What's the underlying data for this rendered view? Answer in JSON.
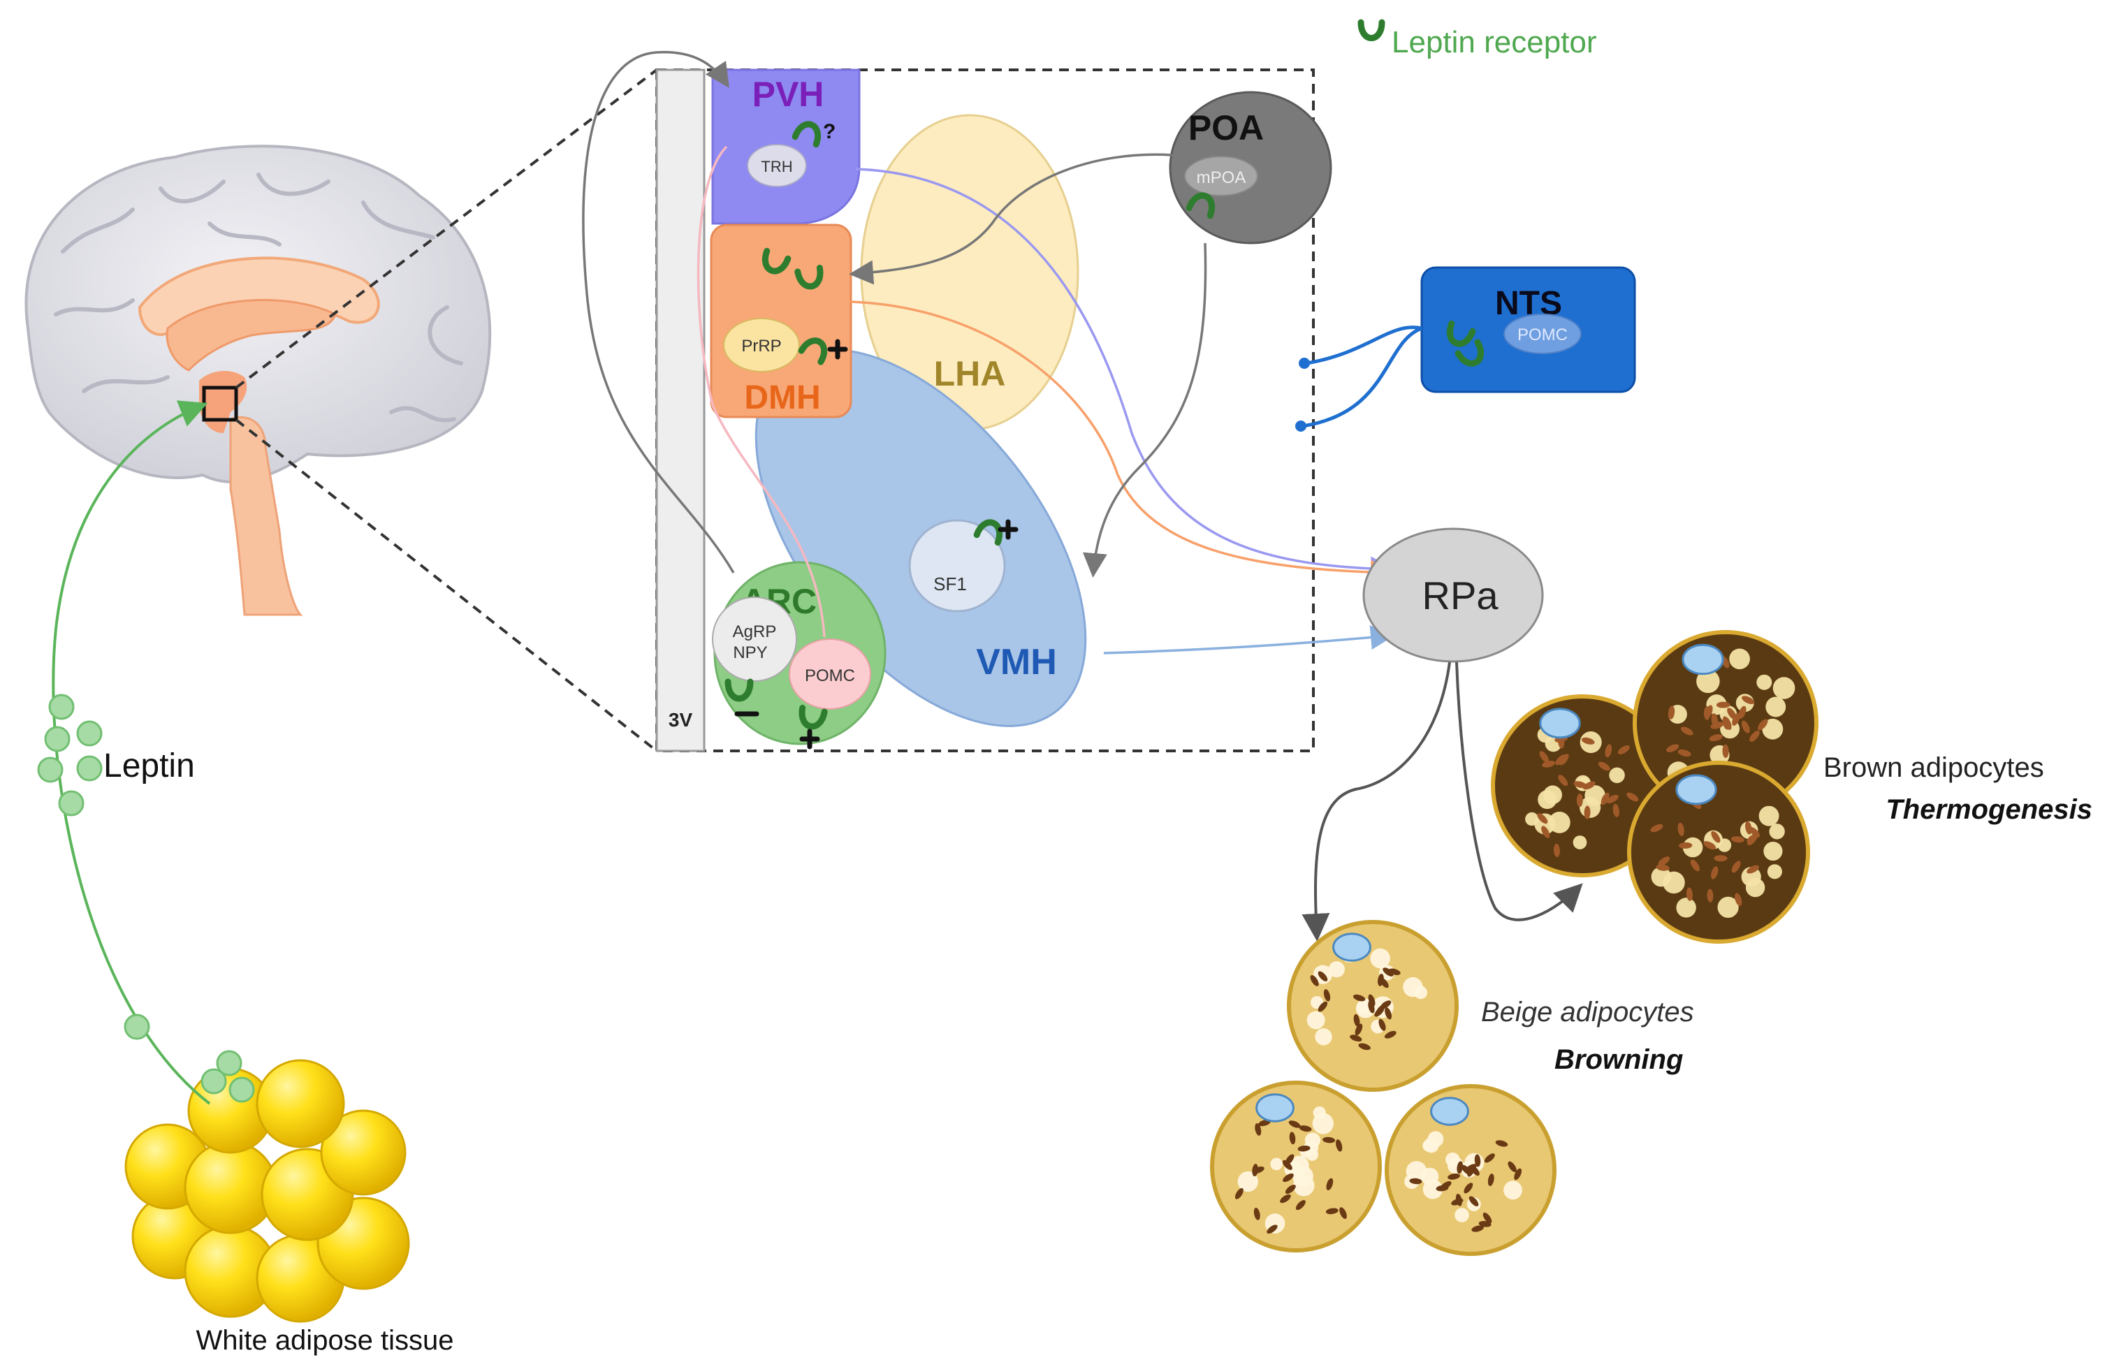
{
  "legend": {
    "receptor_label": "Leptin receptor",
    "receptor_icon": "leptin-receptor-icon"
  },
  "regions": {
    "pvh": {
      "label": "PVH",
      "neuron": "TRH",
      "receptor_mark": "?"
    },
    "dmh": {
      "label": "DMH",
      "neuron": "PrRP"
    },
    "lha": {
      "label": "LHA"
    },
    "poa": {
      "label": "POA",
      "neuron": "mPOA"
    },
    "vmh": {
      "label": "VMH",
      "neuron": "SF1"
    },
    "arc": {
      "label": "ARC",
      "neuron_1": "AgRP",
      "neuron_1b": "NPY",
      "neuron_2": "POMC"
    },
    "ventricle": {
      "label": "3V"
    },
    "nts": {
      "label": "NTS",
      "neuron": "POMC"
    },
    "rpa": {
      "label": "RPa"
    }
  },
  "tissues": {
    "leptin": "Leptin",
    "white": "White adipose tissue",
    "brown_name": "Brown adipocytes",
    "brown_process": "Thermogenesis",
    "beige_name": "Beige adipocytes",
    "beige_process": "Browning"
  },
  "colors": {
    "pvh": "#8f89f2",
    "dmh": "#f8a877",
    "lha": "#fdecbf",
    "poa": "#7a7a7a",
    "vmh": "#a9c5e8",
    "arc": "#8dcd85",
    "nts": "#1f6fd0",
    "receptor": "#2e7d2e",
    "leptin": "#8fd18f",
    "brown_cell": "#5a3a12",
    "beige_cell": "#e9c873",
    "white_cell": "#ffd81a"
  }
}
